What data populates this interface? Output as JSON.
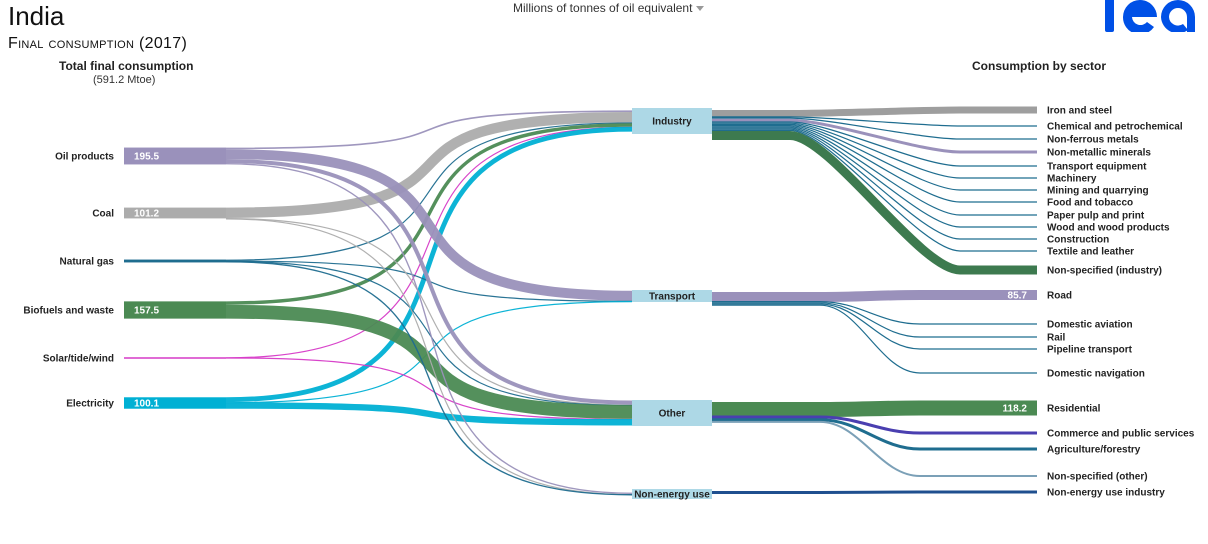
{
  "header": {
    "country": "India",
    "subtitle": "Final consumption",
    "year": "(2017)",
    "units": "Millions of tonnes of oil equivalent",
    "logo_text": "iea"
  },
  "left_header": {
    "title": "Total final consumption",
    "sub": "(591.2 Mtoe)"
  },
  "right_header": {
    "title": "Consumption by sector"
  },
  "colors": {
    "oil": "#9a91bb",
    "coal": "#acacac",
    "gas": "#1f6d8f",
    "bio": "#4b8a53",
    "solar": "#d63ac7",
    "elec": "#00b0d4",
    "node": "#add8e6",
    "logo": "#0050e6"
  },
  "chart_data": {
    "type": "sankey",
    "units": "Millions of tonnes of oil equivalent",
    "sources": [
      {
        "id": "oil",
        "label": "Oil products",
        "value": 195.5,
        "value_label": "195.5"
      },
      {
        "id": "coal",
        "label": "Coal",
        "value": 101.2,
        "value_label": "101.2"
      },
      {
        "id": "gas",
        "label": "Natural gas",
        "value": null,
        "value_label": ""
      },
      {
        "id": "bio",
        "label": "Biofuels and waste",
        "value": 157.5,
        "value_label": "157.5"
      },
      {
        "id": "solar",
        "label": "Solar/tide/wind",
        "value": null,
        "value_label": ""
      },
      {
        "id": "elec",
        "label": "Electricity",
        "value": 100.1,
        "value_label": "100.1"
      }
    ],
    "sectors": [
      {
        "id": "industry",
        "label": "Industry"
      },
      {
        "id": "transport",
        "label": "Transport"
      },
      {
        "id": "other",
        "label": "Other"
      },
      {
        "id": "nonenergy",
        "label": "Non-energy use"
      }
    ],
    "subsectors": [
      {
        "sector": "industry",
        "label": "Iron and steel",
        "value_label": ""
      },
      {
        "sector": "industry",
        "label": "Chemical and petrochemical",
        "value_label": ""
      },
      {
        "sector": "industry",
        "label": "Non-ferrous metals",
        "value_label": ""
      },
      {
        "sector": "industry",
        "label": "Non-metallic minerals",
        "value_label": ""
      },
      {
        "sector": "industry",
        "label": "Transport equipment",
        "value_label": ""
      },
      {
        "sector": "industry",
        "label": "Machinery",
        "value_label": ""
      },
      {
        "sector": "industry",
        "label": "Mining and quarrying",
        "value_label": ""
      },
      {
        "sector": "industry",
        "label": "Food and tobacco",
        "value_label": ""
      },
      {
        "sector": "industry",
        "label": "Paper pulp and print",
        "value_label": ""
      },
      {
        "sector": "industry",
        "label": "Wood and wood products",
        "value_label": ""
      },
      {
        "sector": "industry",
        "label": "Construction",
        "value_label": ""
      },
      {
        "sector": "industry",
        "label": "Textile and leather",
        "value_label": ""
      },
      {
        "sector": "industry",
        "label": "Non-specified (industry)",
        "value_label": ""
      },
      {
        "sector": "transport",
        "label": "Road",
        "value_label": "85.7"
      },
      {
        "sector": "transport",
        "label": "Domestic aviation",
        "value_label": ""
      },
      {
        "sector": "transport",
        "label": "Rail",
        "value_label": ""
      },
      {
        "sector": "transport",
        "label": "Pipeline transport",
        "value_label": ""
      },
      {
        "sector": "transport",
        "label": "Domestic navigation",
        "value_label": ""
      },
      {
        "sector": "other",
        "label": "Residential",
        "value_label": "118.2"
      },
      {
        "sector": "other",
        "label": "Commerce and public services",
        "value_label": ""
      },
      {
        "sector": "other",
        "label": "Agriculture/forestry",
        "value_label": ""
      },
      {
        "sector": "other",
        "label": "Non-specified (other)",
        "value_label": ""
      },
      {
        "sector": "nonenergy",
        "label": "Non-energy use industry",
        "value_label": ""
      }
    ],
    "flows": [
      {
        "from": "oil",
        "to": "industry",
        "value": 14
      },
      {
        "from": "oil",
        "to": "transport",
        "value": 85.7
      },
      {
        "from": "oil",
        "to": "other",
        "value": 35
      },
      {
        "from": "oil",
        "to": "nonenergy",
        "value": 12
      },
      {
        "from": "coal",
        "to": "industry",
        "value": 90
      },
      {
        "from": "coal",
        "to": "other",
        "value": 3
      },
      {
        "from": "coal",
        "to": "nonenergy",
        "value": 1
      },
      {
        "from": "gas",
        "to": "industry",
        "value": 8
      },
      {
        "from": "gas",
        "to": "transport",
        "value": 3
      },
      {
        "from": "gas",
        "to": "other",
        "value": 2
      },
      {
        "from": "gas",
        "to": "nonenergy",
        "value": 12
      },
      {
        "from": "bio",
        "to": "industry",
        "value": 30
      },
      {
        "from": "bio",
        "to": "other",
        "value": 120
      },
      {
        "from": "solar",
        "to": "industry",
        "value": 1
      },
      {
        "from": "solar",
        "to": "other",
        "value": 1
      },
      {
        "from": "elec",
        "to": "industry",
        "value": 42
      },
      {
        "from": "elec",
        "to": "transport",
        "value": 1.6
      },
      {
        "from": "elec",
        "to": "other",
        "value": 56
      }
    ]
  }
}
